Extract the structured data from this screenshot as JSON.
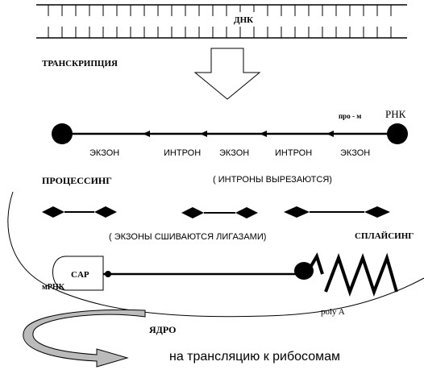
{
  "dna": {
    "label": "ДНК"
  },
  "transcription": {
    "label": "ТРАНСКРИПЦИЯ"
  },
  "pre_rna": {
    "prefix": "про - м",
    "label": "РНК",
    "segments": [
      "ЭКЗОН",
      "ИНТРОН",
      "ЭКЗОН",
      "ИНТРОН",
      "ЭКЗОН"
    ]
  },
  "processing": {
    "label": "ПРОЦЕССИНГ",
    "note": "( ИНТРОНЫ  ВЫРЕЗАЮТСЯ)"
  },
  "splicing": {
    "note": "( ЭКЗОНЫ  СШИВАЮТСЯ  ЛИГАЗАМИ)",
    "label": "СПЛАЙСИНГ"
  },
  "mrna": {
    "cap": "CAP",
    "label": "мРНК",
    "poly_a": "poly A"
  },
  "nucleus": {
    "label": "ЯДРО"
  },
  "export": {
    "label": "на трансляцию к рибосомам"
  }
}
